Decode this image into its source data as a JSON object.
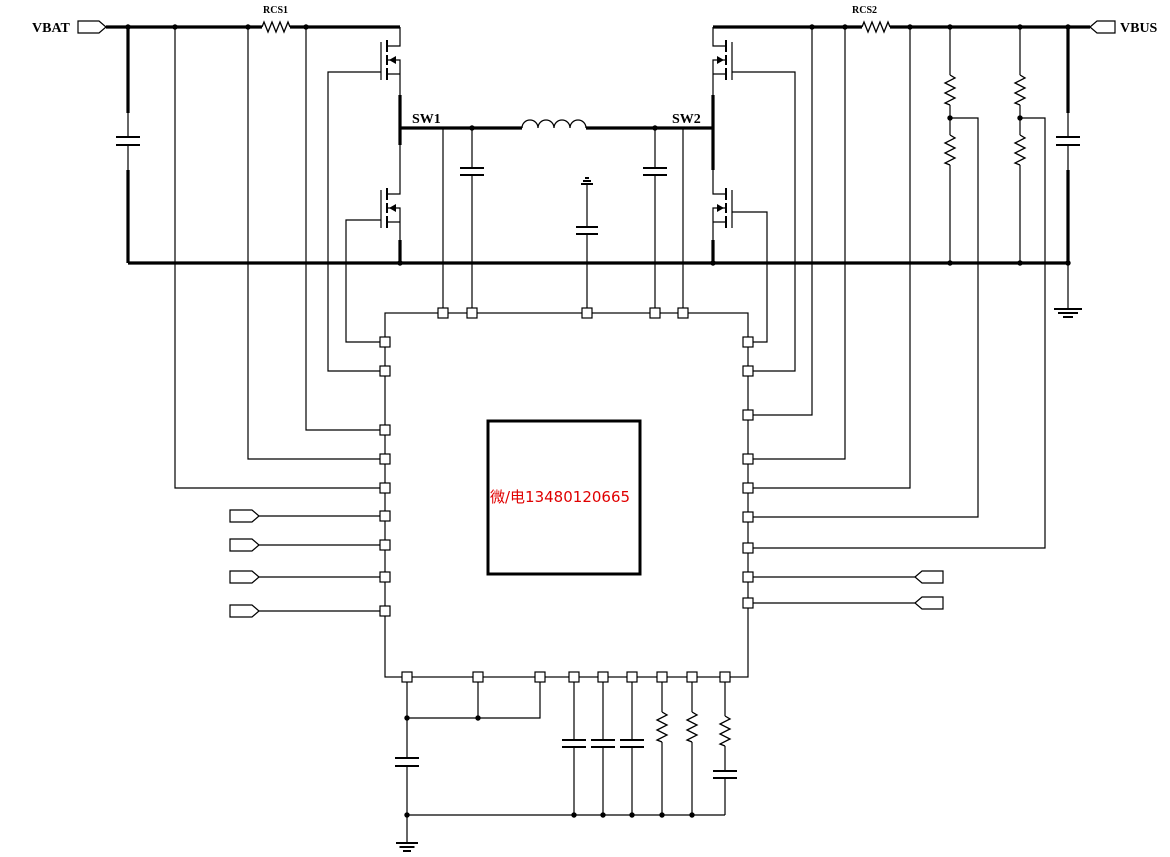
{
  "labels": {
    "vbat": "VBAT",
    "vbus": "VBUS",
    "rcs1": "RCS1",
    "rcs2": "RCS2",
    "sw1": "SW1",
    "sw2": "SW2"
  },
  "chip": {
    "contact_text": "微/电13480120665"
  },
  "colors": {
    "wire": "#000000",
    "contact_text": "#e00000"
  }
}
